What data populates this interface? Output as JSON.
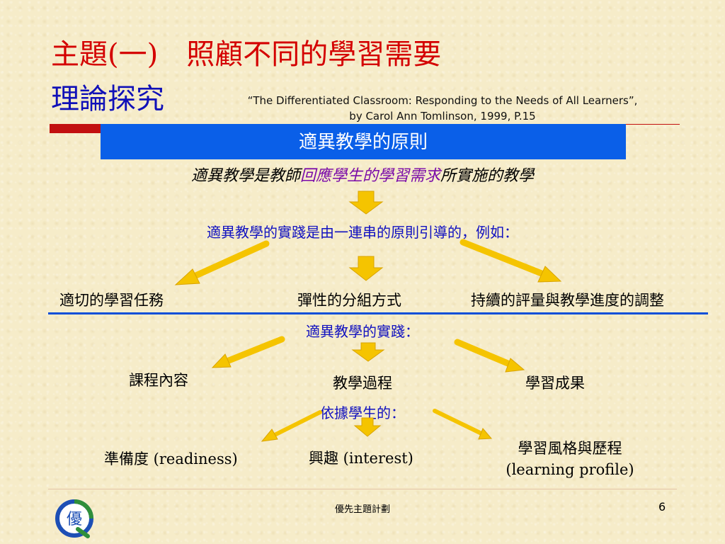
{
  "title": {
    "line1": "主題(一)　照顧不同的學習需要",
    "line2": "理論探究"
  },
  "citation": {
    "line1": "“The Differentiated Classroom: Responding to the Needs of All Learners”,",
    "line2": "by Carol Ann Tomlinson, 1999, P.15"
  },
  "header_box": "適異教學的原則",
  "intro": {
    "prefix": "適異教學是教師",
    "highlight": "回應學生的學習需求",
    "suffix": "所實施的教學"
  },
  "principles": {
    "heading": "適異教學的實踐是由一連串的原則引導的，例如：",
    "items": [
      "適切的學習任務",
      "彈性的分組方式",
      "持續的評量與教學進度的調整"
    ]
  },
  "practice": {
    "heading": "適異教學的實踐：",
    "items": [
      "課程內容",
      "教學過程",
      "學習成果"
    ]
  },
  "basis": {
    "heading": "依據學生的：",
    "items": [
      "準備度 (readiness)",
      "興趣 (interest)"
    ],
    "item3": {
      "line1": "學習風格與歷程",
      "line2": "(learning profile)"
    }
  },
  "footer": {
    "text": "優先主題計劃",
    "page": "6"
  },
  "logo": {
    "glyph": "優"
  },
  "colors": {
    "title_red": "#d40000",
    "title_blue": "#1010b8",
    "box_blue": "#0a5fe8",
    "arrow_yellow": "#f5c400",
    "highlight_purple": "#7a0aa8"
  }
}
